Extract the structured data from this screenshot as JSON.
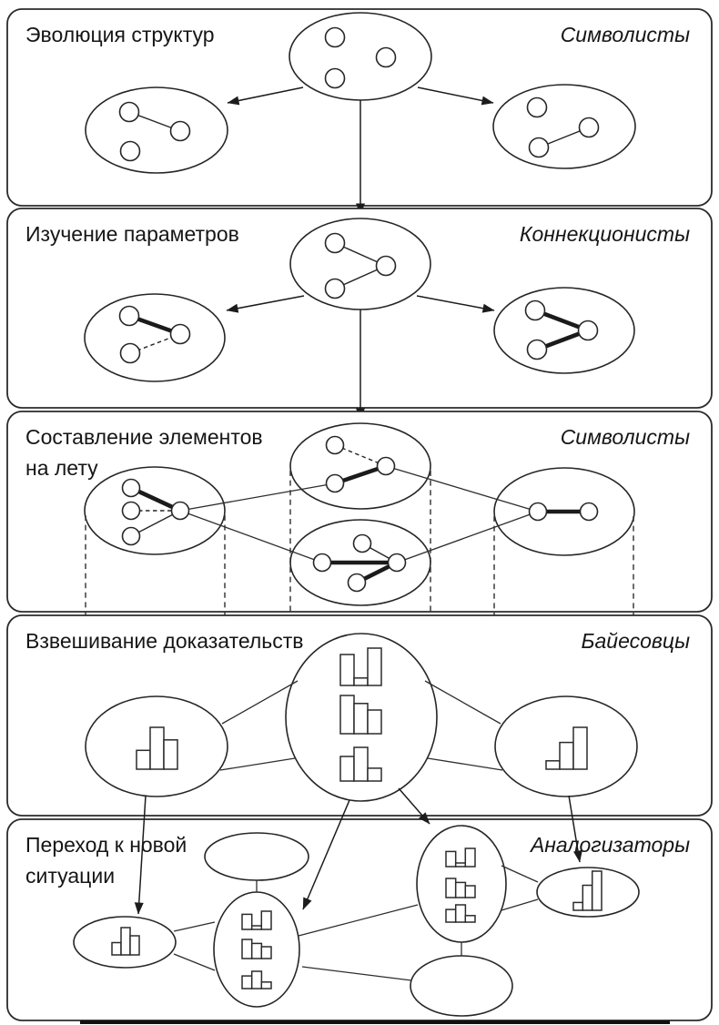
{
  "colors": {
    "ink": "#1d1d1d",
    "paper": "#ffffff",
    "panel_border": "#2b2b2b"
  },
  "panels": [
    {
      "title_lines": [
        "Эволюция структур"
      ],
      "tribe": "Символисты"
    },
    {
      "title_lines": [
        "Изучение параметров"
      ],
      "tribe": "Коннекционисты"
    },
    {
      "title_lines": [
        "Составление элементов",
        "на лету"
      ],
      "tribe": "Символисты"
    },
    {
      "title_lines": [
        "Взвешивание доказательств"
      ],
      "tribe": "Байесовцы"
    },
    {
      "title_lines": [
        "Переход к новой",
        "ситуации"
      ],
      "tribe": "Аналогизаторы"
    }
  ],
  "histograms": {
    "low_high_mid": [
      0.45,
      1.0,
      0.7
    ],
    "tall_short_tallest": [
      0.83,
      0.2,
      1.0
    ],
    "descending": [
      1.0,
      0.79,
      0.62
    ],
    "mid_tall_short": [
      0.73,
      1.0,
      0.38
    ],
    "ascending": [
      0.2,
      0.64,
      1.0
    ]
  }
}
